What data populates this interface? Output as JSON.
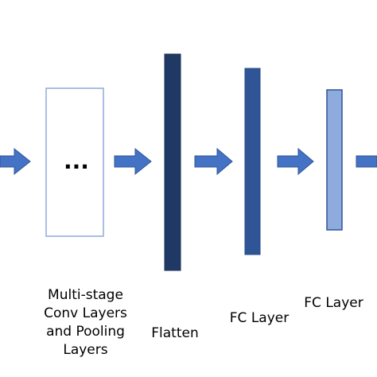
{
  "labels": {
    "conv_lines": [
      "Multi-stage",
      "Conv Layers",
      "and Pooling",
      "Layers"
    ],
    "flatten": "Flatten",
    "fc_layer_1": "FC Layer",
    "fc_layer_2": "FC Layer"
  },
  "ellipsis": "...",
  "colors": {
    "arrow": "#4472c4",
    "conv_box_border": "#8eaadb",
    "flatten_bar": "#203864",
    "fc_bar_1": "#2f5597",
    "fc_bar_2_fill": "#8faadc",
    "fc_bar_2_border": "#2f5597"
  }
}
